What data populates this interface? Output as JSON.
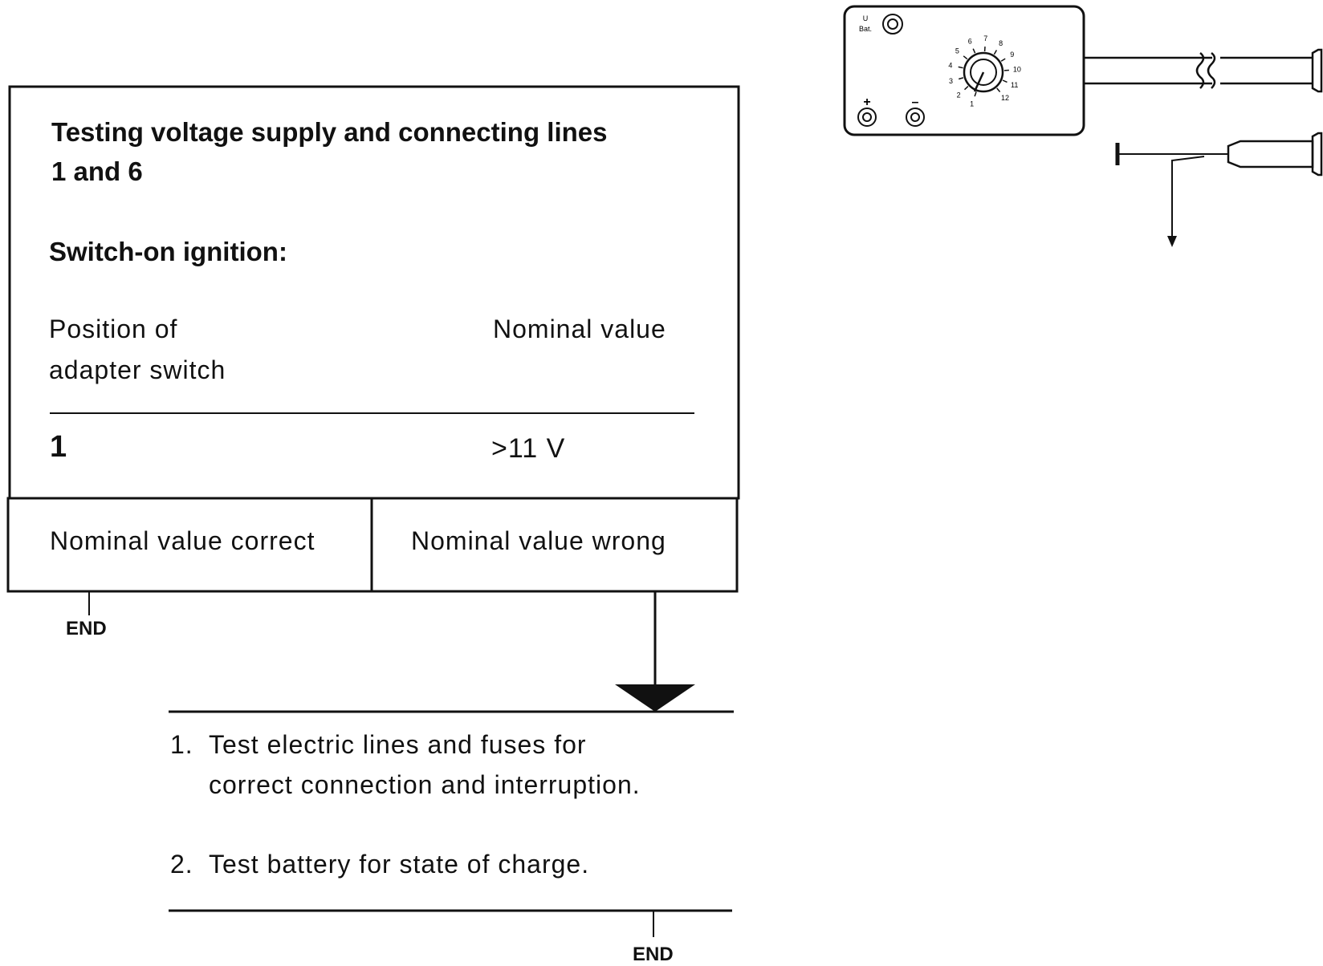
{
  "test_box": {
    "title_line1": "Testing voltage supply and connecting lines",
    "title_line2": "1 and 6",
    "instruction": "Switch-on ignition:",
    "col1_header_line1": "Position of",
    "col1_header_line2": "adapter switch",
    "col2_header": "Nominal value",
    "position_value": "1",
    "nominal_value": ">11 V"
  },
  "outcomes": {
    "correct": "Nominal value correct",
    "wrong": "Nominal value wrong"
  },
  "end_label_left": "END",
  "remedy": {
    "step1_number": "1.",
    "step1_line1": "Test electric lines and fuses for",
    "step1_line2": "correct connection and interruption.",
    "step2_number": "2.",
    "step2_text": "Test battery for state of charge."
  },
  "end_label_bottom": "END",
  "adapter_device": {
    "ubat_label_top": "U",
    "ubat_label_bottom": "Bat.",
    "plus_label": "+",
    "minus_label": "–",
    "dial_numbers": [
      "1",
      "2",
      "3",
      "4",
      "5",
      "6",
      "7",
      "8",
      "9",
      "10",
      "11",
      "12"
    ]
  }
}
